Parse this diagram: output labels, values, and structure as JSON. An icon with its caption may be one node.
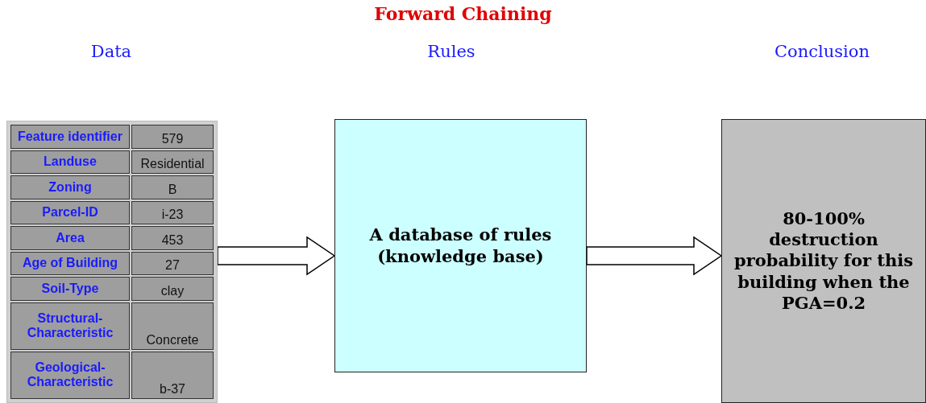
{
  "diagram": {
    "title": "Forward Chaining",
    "nodes": [
      {
        "text": [
          "Feature identifier",
          "579",
          "Landuse",
          "Residential",
          "Zoning",
          "B",
          "Parcel-ID",
          "i-23",
          "Area",
          "453",
          "Age of Building",
          "27",
          "Soil-Type",
          "clay",
          "Structural- Characteristic",
          "Concrete",
          "Geological- Characteristic",
          "b-37"
        ]
      },
      {
        "text": [
          "A database of rules (knowledge base)"
        ]
      },
      {
        "text": [
          "80-100% destruction probability for this building when the PGA=0.2"
        ]
      }
    ],
    "edges": [
      {
        "from": 0,
        "to": 1,
        "arrow": "to"
      },
      {
        "from": 1,
        "to": 2,
        "arrow": "to"
      }
    ],
    "labels": [
      "Data",
      "Rules",
      "Conclusion"
    ]
  }
}
